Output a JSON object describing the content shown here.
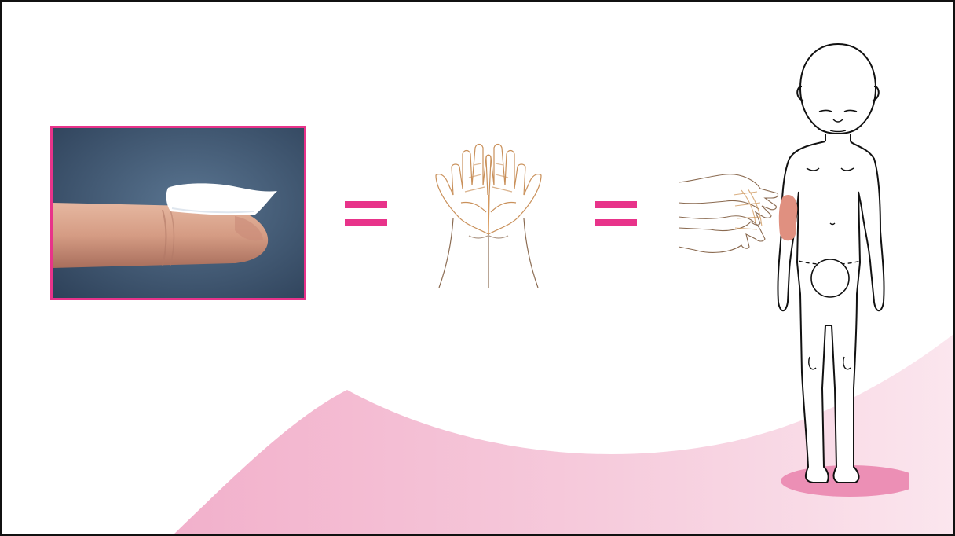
{
  "scene": {
    "frame_color": "#111111",
    "accent_color": "#e8338a",
    "wave_color": "#f2b9d1",
    "floor_color": "#ec8fb5",
    "skin_patch_color": "#e09080",
    "hand_line_color": "#c9905a"
  },
  "items": [
    {
      "icon": "fingertip-cream-photo",
      "kind": "photo"
    },
    {
      "icon": "equals-sign",
      "kind": "operator"
    },
    {
      "icon": "two-cupped-hands-icon",
      "kind": "illustration"
    },
    {
      "icon": "equals-sign",
      "kind": "operator"
    },
    {
      "icon": "child-body-area-icon",
      "kind": "illustration"
    }
  ]
}
